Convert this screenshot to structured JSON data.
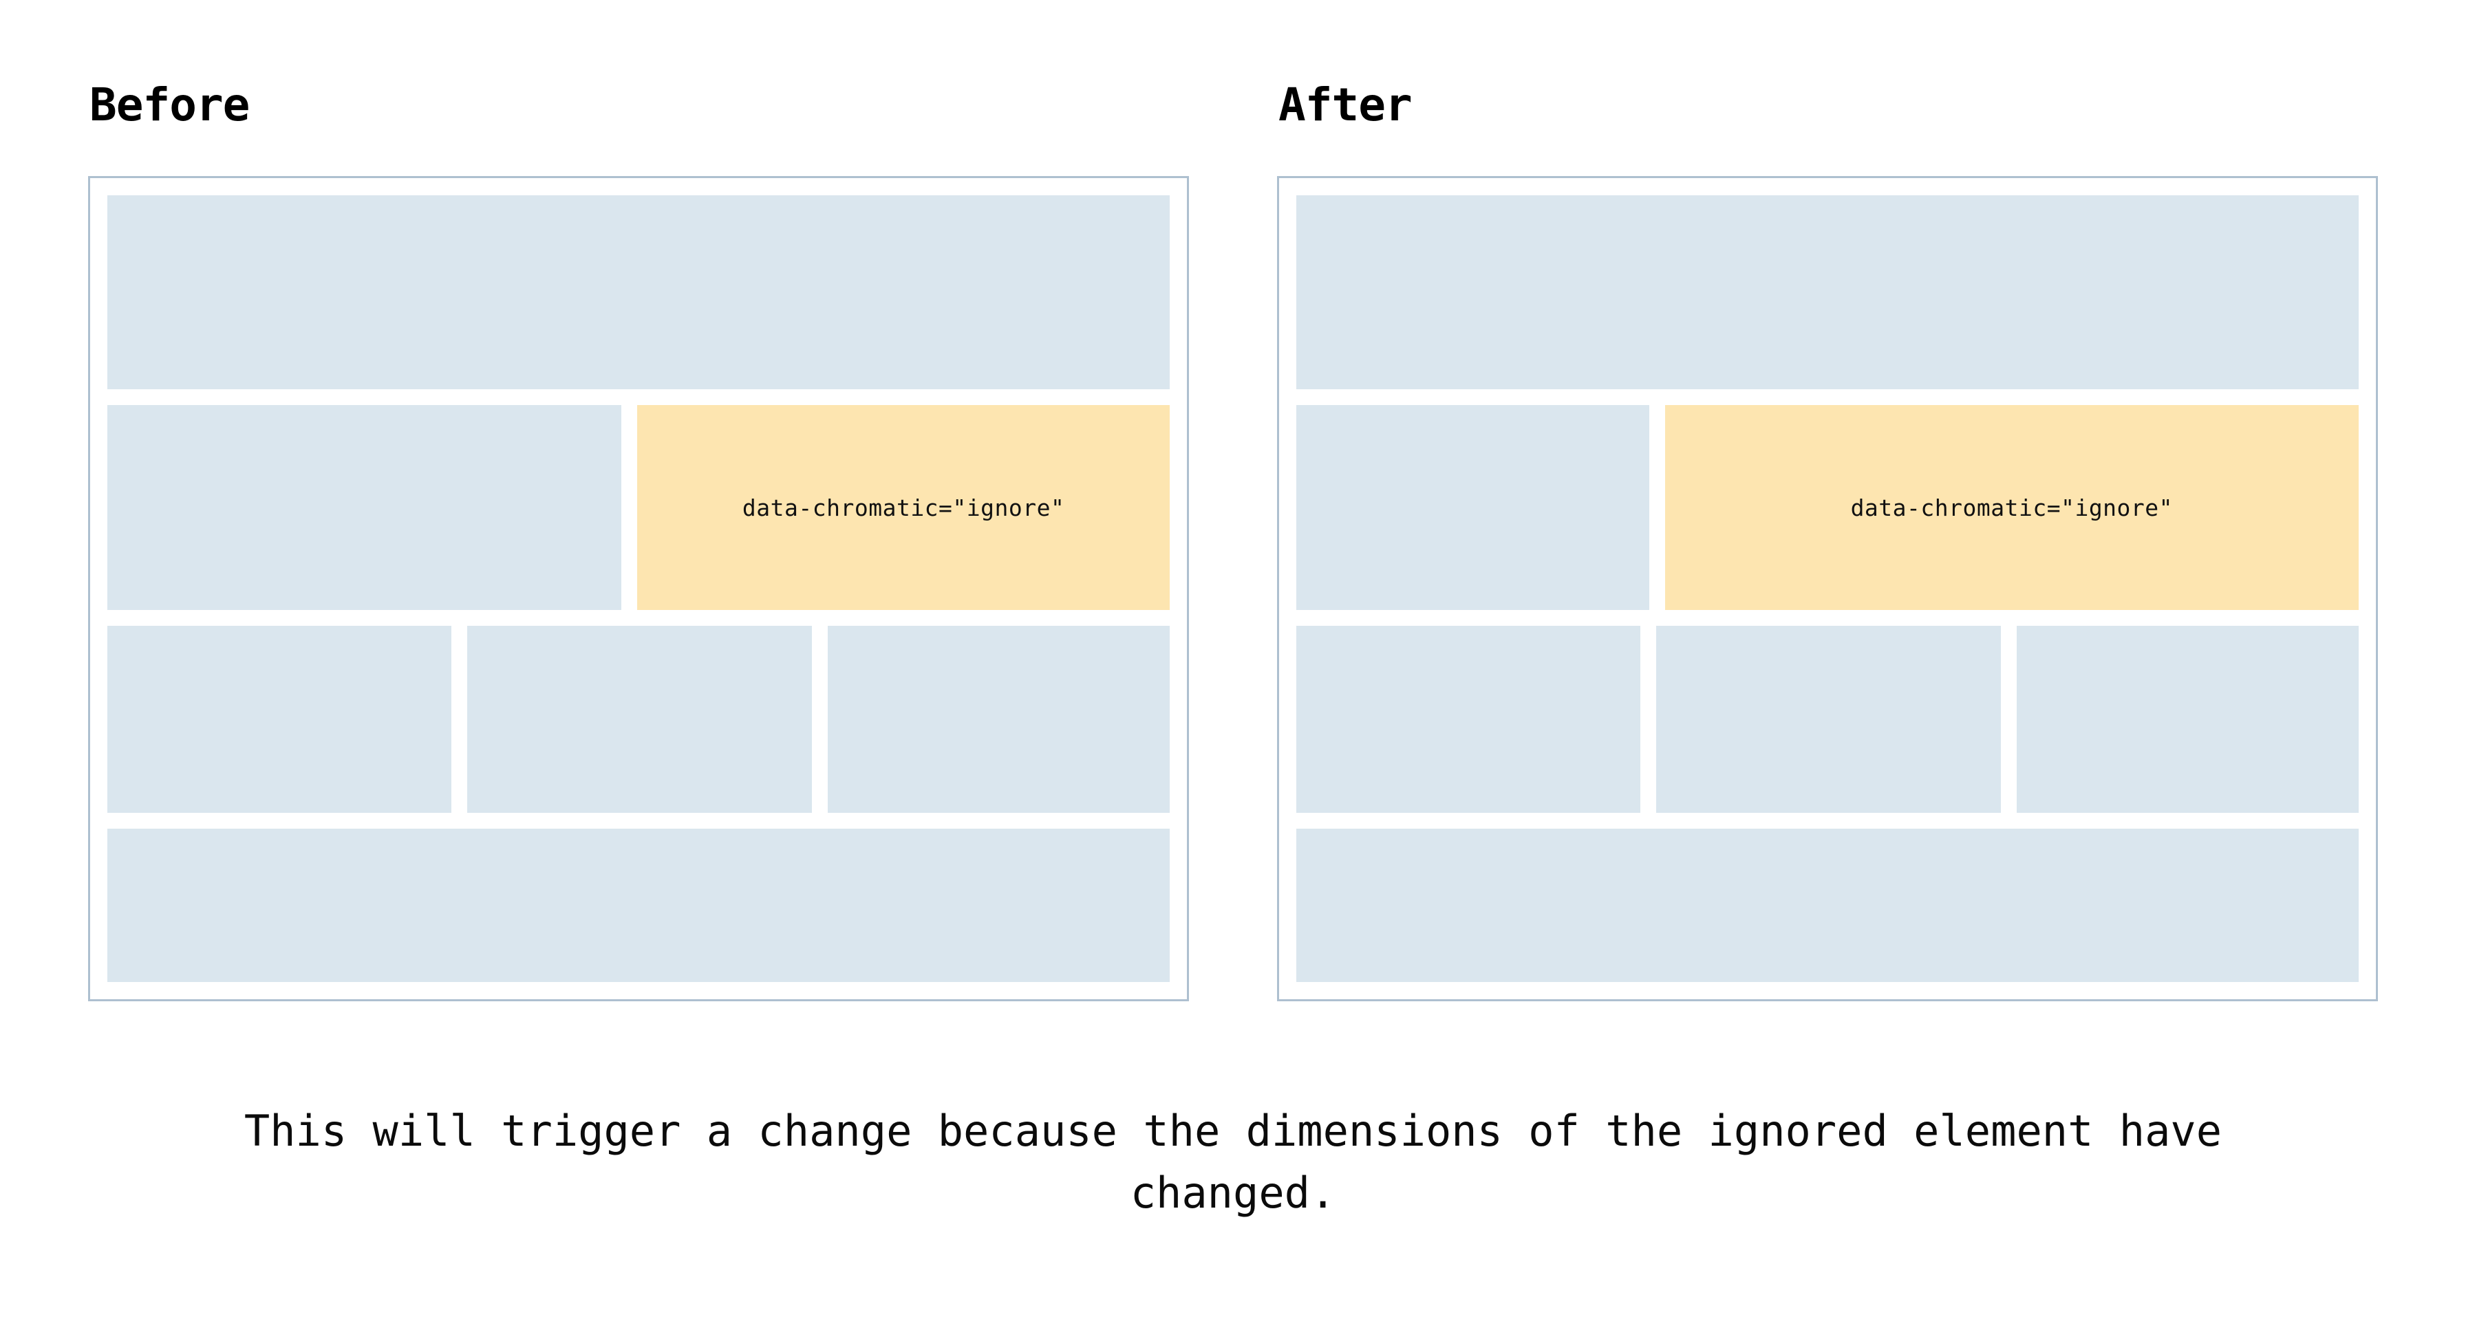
{
  "comparison": {
    "panels": [
      {
        "id": "before",
        "title": "Before",
        "ignored_label": "data-chromatic=\"ignore\"",
        "rows": [
          {
            "name": "header-row",
            "blocks": 1
          },
          {
            "name": "split-row",
            "blocks": 2,
            "ignored_index": 1,
            "ignored_width_pct": 51.6
          },
          {
            "name": "three-column-row",
            "blocks": 3
          },
          {
            "name": "footer-row",
            "blocks": 1
          }
        ]
      },
      {
        "id": "after",
        "title": "After",
        "ignored_label": "data-chromatic=\"ignore\"",
        "rows": [
          {
            "name": "header-row",
            "blocks": 1
          },
          {
            "name": "split-row",
            "blocks": 2,
            "ignored_index": 1,
            "ignored_width_pct": 66.8
          },
          {
            "name": "three-column-row",
            "blocks": 3
          },
          {
            "name": "footer-row",
            "blocks": 1
          }
        ]
      }
    ]
  },
  "caption": {
    "text": "This will trigger a change because the dimensions of the ignored element have changed."
  },
  "colors": {
    "placeholder_block": "#dae6ee",
    "ignored_block": "#fde5b0",
    "panel_border": "#aec0d0",
    "background": "#ffffff",
    "text": "#000000"
  }
}
